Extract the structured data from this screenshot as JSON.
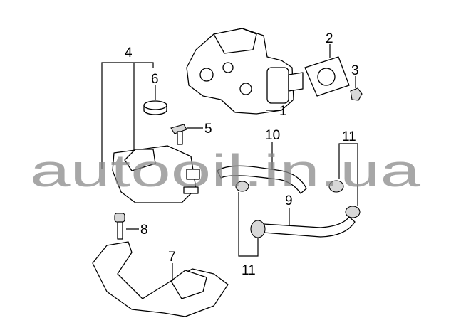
{
  "diagram": {
    "watermark": "autooil.in.ua",
    "callouts": {
      "c1": "1",
      "c2": "2",
      "c3": "3",
      "c4": "4",
      "c5": "5",
      "c6": "6",
      "c7": "7",
      "c8": "8",
      "c9": "9",
      "c10": "10",
      "c11a": "11",
      "c11b": "11"
    },
    "parts": [
      "brake-booster-assembly",
      "gasket",
      "nut",
      "reservoir",
      "bolt",
      "reservoir-cap",
      "bracket",
      "bolt",
      "vacuum-hose",
      "vacuum-hose",
      "hose-clamp"
    ]
  }
}
